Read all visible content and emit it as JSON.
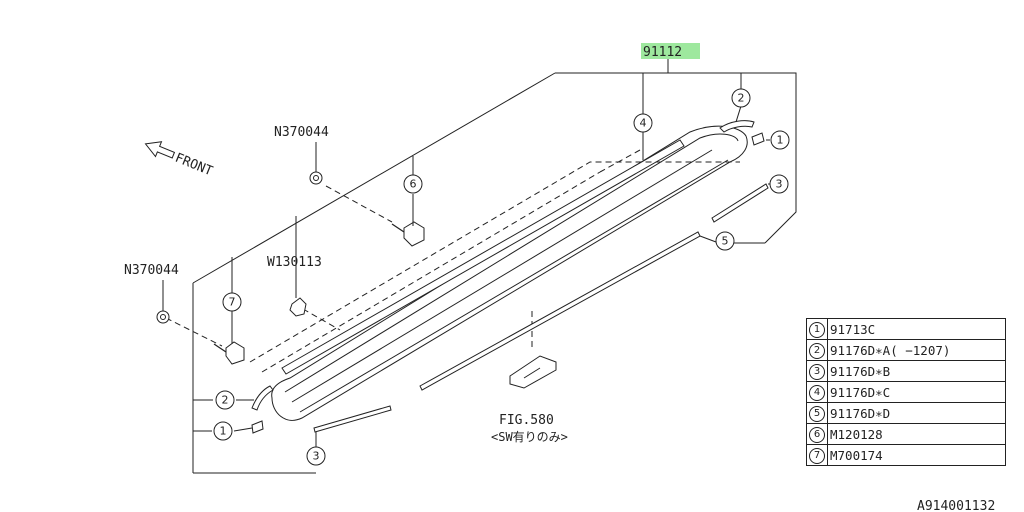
{
  "parent_part": "91112",
  "front_label": "FRONT",
  "fasteners": {
    "nut_upper": "N370044",
    "nut_lower": "N370044",
    "washer": "W130113"
  },
  "reference": {
    "fig": "FIG.580",
    "note": "<SW有りのみ>"
  },
  "callouts": [
    "1",
    "2",
    "3",
    "4",
    "5",
    "6",
    "7"
  ],
  "legend": [
    {
      "num": "1",
      "code": "91713C"
    },
    {
      "num": "2",
      "code": "91176D∗A( −1207)"
    },
    {
      "num": "3",
      "code": "91176D∗B"
    },
    {
      "num": "4",
      "code": "91176D∗C"
    },
    {
      "num": "5",
      "code": "91176D∗D"
    },
    {
      "num": "6",
      "code": "M120128"
    },
    {
      "num": "7",
      "code": "M700174"
    }
  ],
  "diagram_id": "A914001132",
  "colors": {
    "highlight": "#9ee89e",
    "line": "#222222"
  }
}
